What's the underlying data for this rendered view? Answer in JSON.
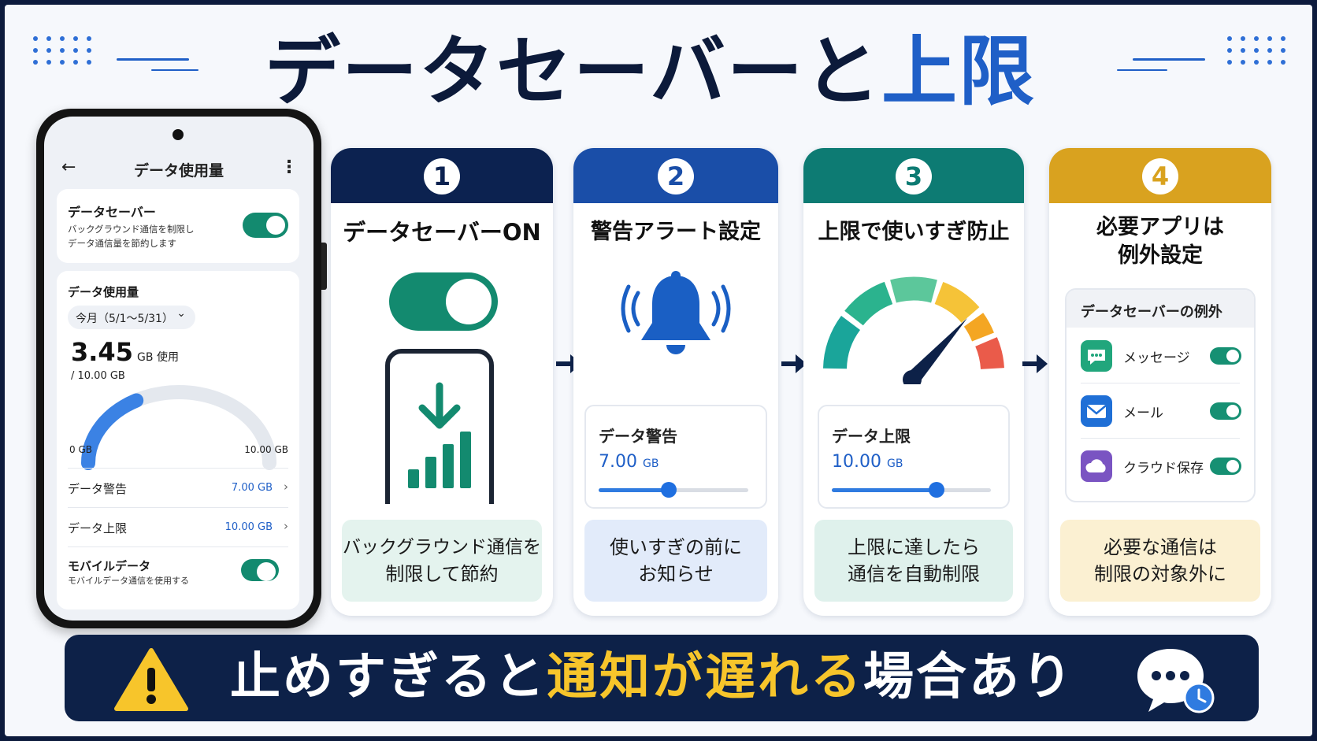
{
  "title": {
    "main": "データセーバーと",
    "accent": "上限"
  },
  "colors": {
    "navy": "#0d2148",
    "blue": "#1f5fc7",
    "teal": "#0d7b73",
    "gold": "#d9a21f",
    "green": "#138a6f"
  },
  "phone": {
    "back_icon": "←",
    "header": "データ使用量",
    "more_icon": "⋮",
    "saver": {
      "title": "データセーバー",
      "desc1": "バックグラウンド通信を制限し",
      "desc2": "データ通信量を節約します",
      "on": true
    },
    "usage": {
      "title": "データ使用量",
      "period": "今月（5/1〜5/31）",
      "chevron": "⌄",
      "used_value": "3.45",
      "used_unit": "GB 使用",
      "total": "/ 10.00 GB",
      "used_fraction": 0.345,
      "axis_min": "0 GB",
      "axis_max": "10.00 GB"
    },
    "rows": [
      {
        "label": "データ警告",
        "value": "7.00 GB"
      },
      {
        "label": "データ上限",
        "value": "10.00 GB"
      }
    ],
    "mobile": {
      "title": "モバイルデータ",
      "desc": "モバイルデータ通信を使用する",
      "on": true
    }
  },
  "steps": [
    {
      "num": "1",
      "title": "データセーバーON",
      "foot1": "バックグラウンド通信を",
      "foot2": "制限して節約"
    },
    {
      "num": "2",
      "title": "警告アラート設定",
      "card_label": "データ警告",
      "card_value": "7.00",
      "card_unit": "GB",
      "slider": 0.47,
      "foot1": "使いすぎの前に",
      "foot2": "お知らせ"
    },
    {
      "num": "3",
      "title": "上限で使いすぎ防止",
      "card_label": "データ上限",
      "card_value": "10.00",
      "card_unit": "GB",
      "slider": 0.66,
      "foot1": "上限に達したら",
      "foot2": "通信を自動制限"
    },
    {
      "num": "4",
      "title1": "必要アプリは",
      "title2": "例外設定",
      "card_title": "データセーバーの例外",
      "apps": [
        {
          "name": "メッセージ",
          "icon": "chat-icon"
        },
        {
          "name": "メール",
          "icon": "mail-icon"
        },
        {
          "name": "クラウド保存",
          "icon": "cloud-icon"
        }
      ],
      "foot1": "必要な通信は",
      "foot2": "制限の対象外に"
    }
  ],
  "banner": {
    "part1": "止めすぎると",
    "highlight": "通知が遅れる",
    "part2": "場合あり",
    "icon": "warning-icon"
  }
}
